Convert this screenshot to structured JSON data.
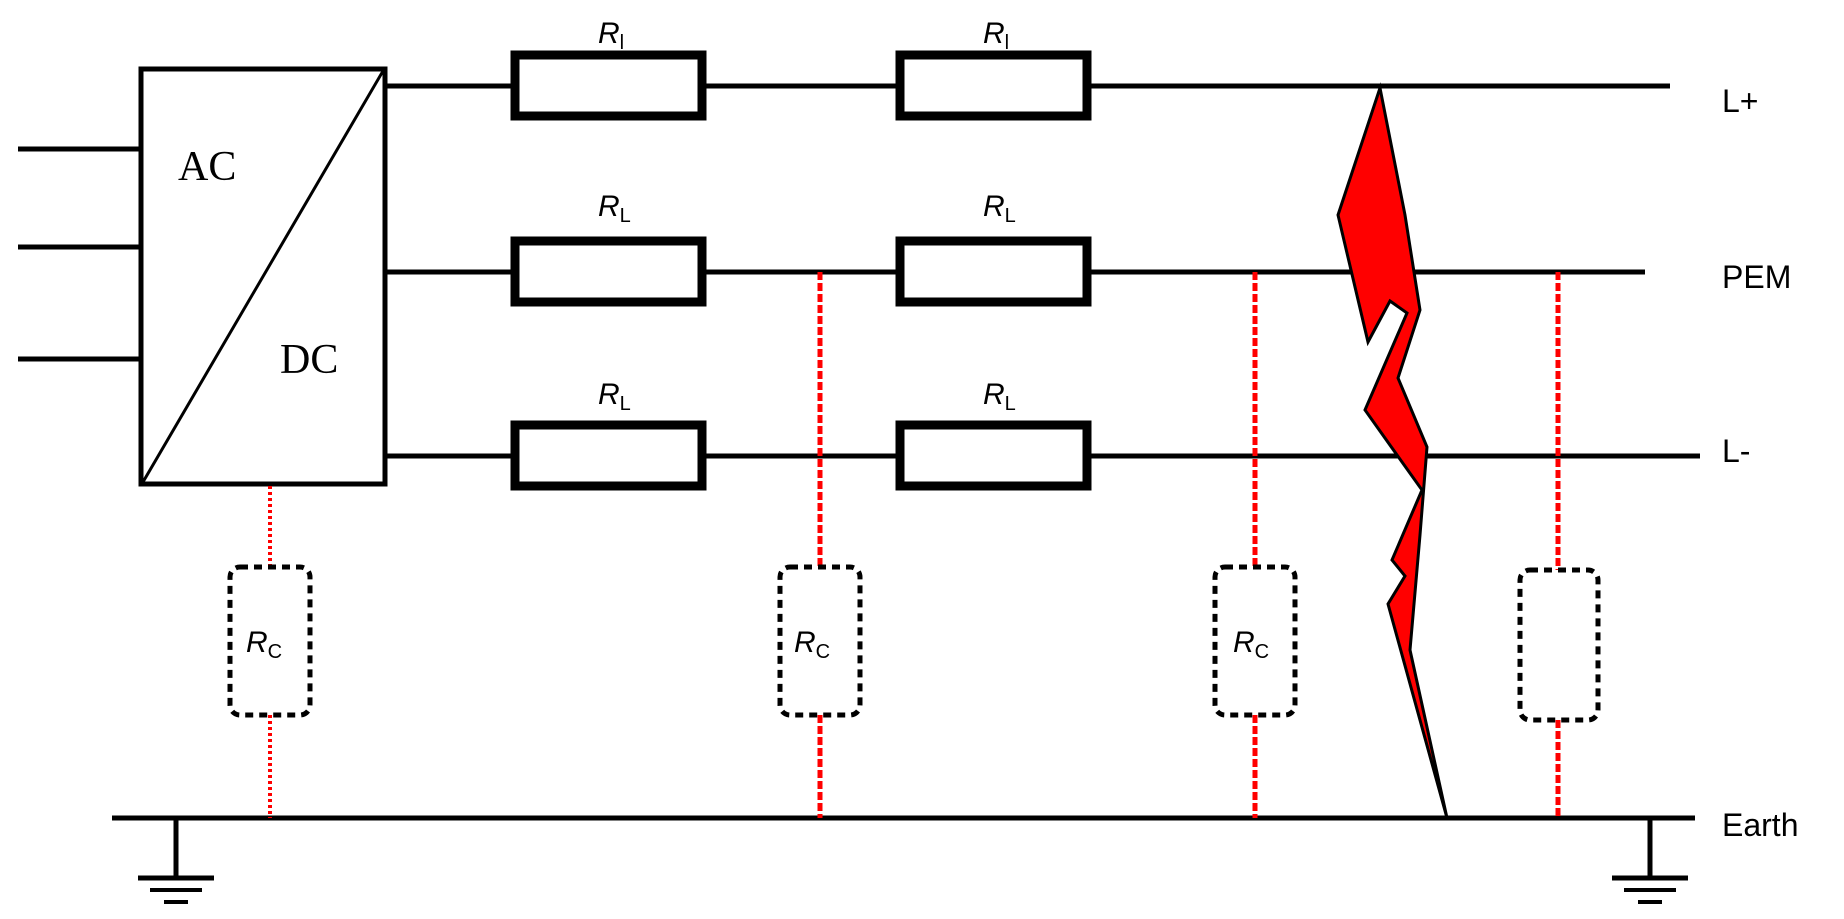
{
  "converter": {
    "ac_label": "AC",
    "dc_label": "DC"
  },
  "resistors": {
    "line_resistor_main": "R",
    "line_resistor_sub": "L",
    "line_resistor_sub_top": "l",
    "coupling_main": "R",
    "coupling_sub": "C"
  },
  "lines": {
    "l_plus": "L+",
    "pem": "PEM",
    "l_minus": "L-",
    "earth": "Earth"
  },
  "colors": {
    "wire": "#000000",
    "fault": "#ff0000",
    "coupling": "#ff0000",
    "coupling_box": "#000000"
  }
}
